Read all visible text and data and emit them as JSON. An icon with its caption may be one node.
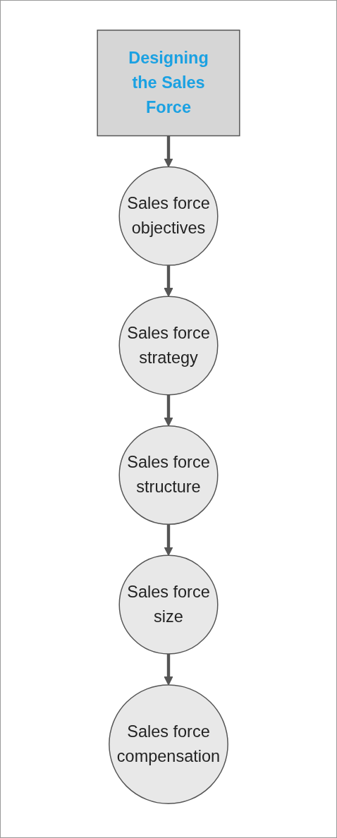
{
  "diagram": {
    "nodes": [
      {
        "text": [
          "Designing the Sales Force"
        ]
      },
      {
        "text": [
          "Sales force objectives"
        ]
      },
      {
        "text": [
          "Sales force strategy"
        ]
      },
      {
        "text": [
          "Sales force structure"
        ]
      },
      {
        "text": [
          "Sales force size"
        ]
      },
      {
        "text": [
          "Sales force compensation"
        ]
      }
    ],
    "edges": [
      {
        "from": 0,
        "to": 1,
        "arrow": "to"
      },
      {
        "from": 1,
        "to": 2,
        "arrow": "to"
      },
      {
        "from": 2,
        "to": 3,
        "arrow": "to"
      },
      {
        "from": 3,
        "to": 4,
        "arrow": "to"
      },
      {
        "from": 4,
        "to": 5,
        "arrow": "to"
      }
    ]
  }
}
